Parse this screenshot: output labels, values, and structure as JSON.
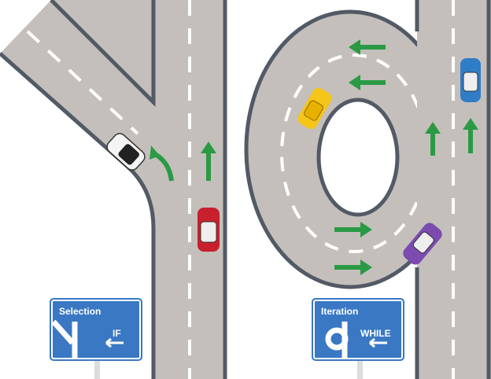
{
  "signs": {
    "selection": {
      "title": "Selection",
      "keyword": "IF"
    },
    "iteration": {
      "title": "Iteration",
      "keyword": "WHILE"
    }
  },
  "colors": {
    "road": "#c4bfbb",
    "edge": "#525a66",
    "arrow": "#2a9a45",
    "sign": "#3a78c4"
  }
}
